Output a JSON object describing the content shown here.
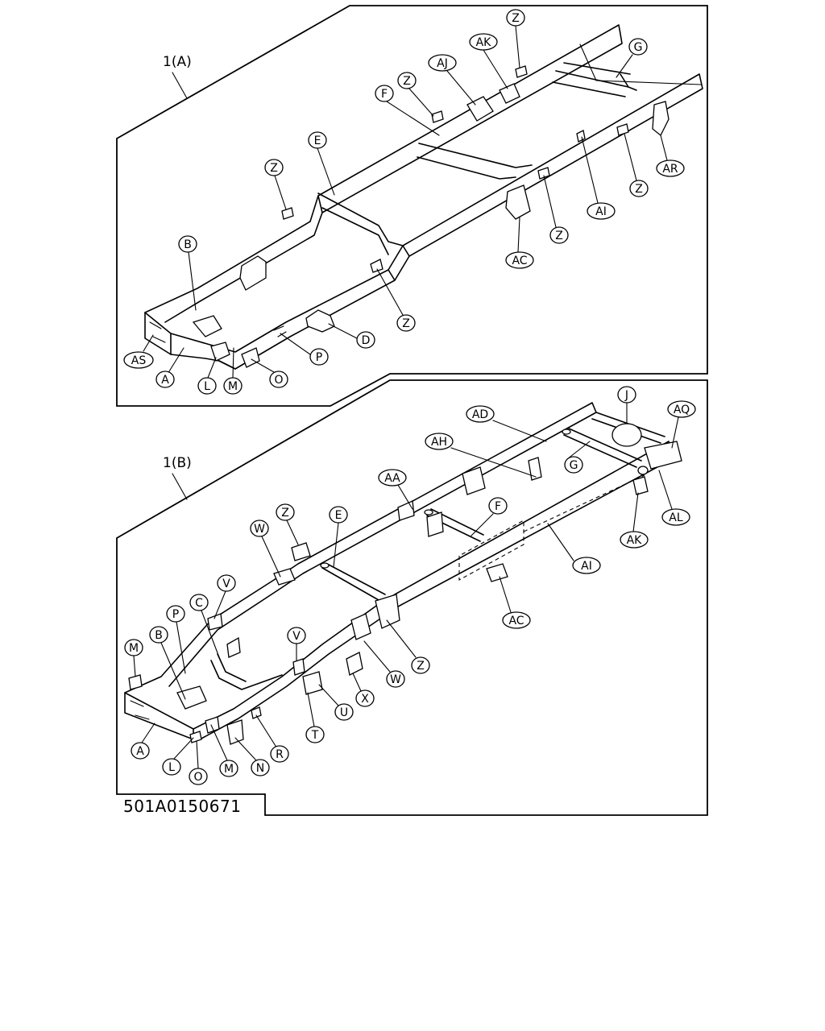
{
  "figure_code": "501A0150671",
  "panels": [
    {
      "id": "1(A)",
      "label": "1(A)",
      "callouts": [
        "Z",
        "AK",
        "AJ",
        "G",
        "Z",
        "F",
        "E",
        "Z",
        "AR",
        "Z",
        "AI",
        "Z",
        "B",
        "AC",
        "Z",
        "D",
        "P",
        "AS",
        "A",
        "L",
        "M",
        "O"
      ]
    },
    {
      "id": "1(B)",
      "label": "1(B)",
      "callouts": [
        "J",
        "AQ",
        "AD",
        "AH",
        "G",
        "AA",
        "F",
        "AL",
        "E",
        "W",
        "Z",
        "AK",
        "AI",
        "V",
        "P",
        "C",
        "AC",
        "M",
        "B",
        "V",
        "Z",
        "W",
        "X",
        "U",
        "A",
        "T",
        "R",
        "L",
        "M",
        "O",
        "N"
      ]
    }
  ]
}
